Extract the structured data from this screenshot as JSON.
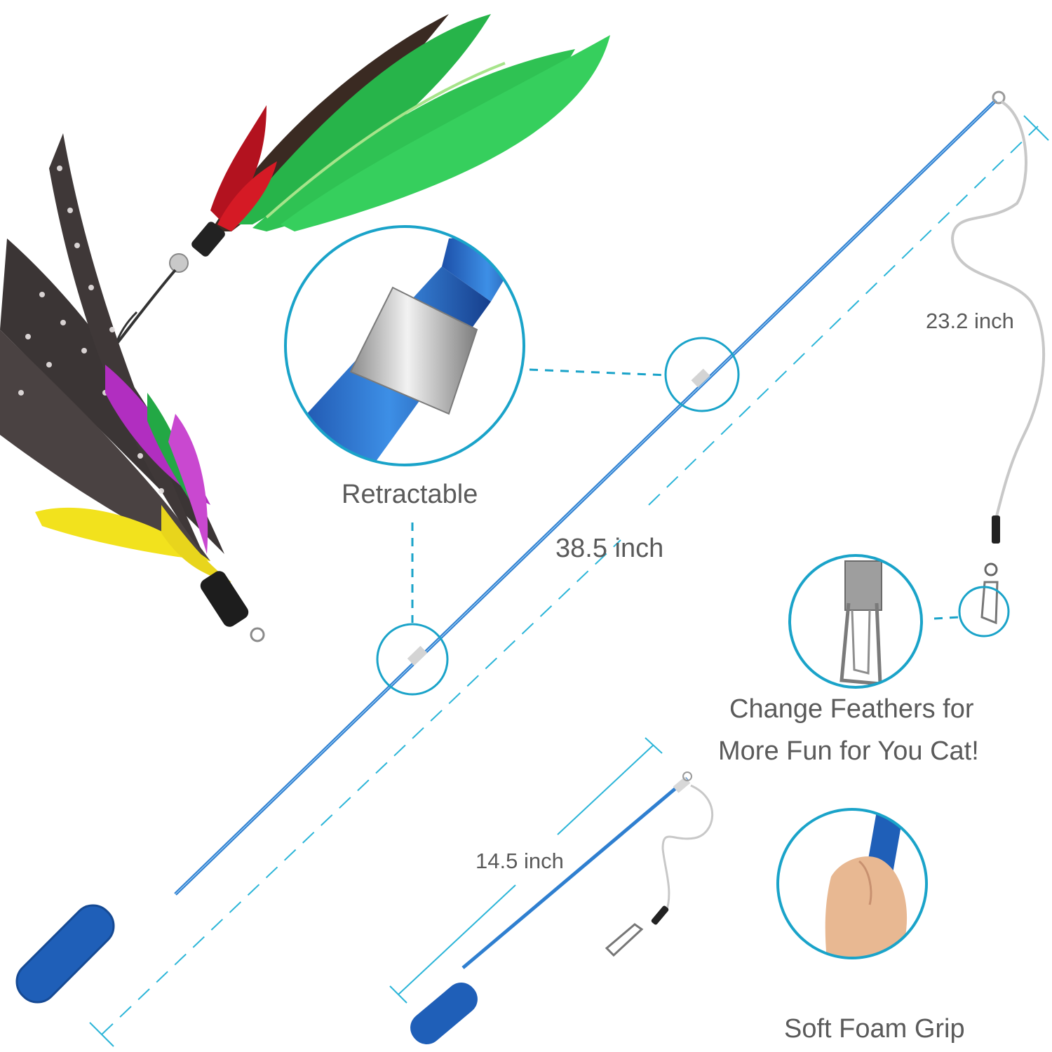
{
  "labels": {
    "retractable": "Retractable",
    "long_length": "38.5 inch",
    "string_length": "23.2 inch",
    "change_feathers_line1": "Change Feathers for",
    "change_feathers_line2": "More Fun for You Cat!",
    "short_length": "14.5 inch",
    "grip": "Soft Foam Grip"
  },
  "colors": {
    "accent": "#1aa3c9",
    "rod": "#2f7fd0",
    "grip": "#1f5fb8",
    "text": "#5a5a5a"
  },
  "icons": {
    "rod": "telescopic-wand",
    "feather_green": "green-red-feather-lure",
    "feather_spotted": "spotted-multicolor-feather-lure",
    "clip": "snap-clip",
    "hand": "hand-grip"
  }
}
